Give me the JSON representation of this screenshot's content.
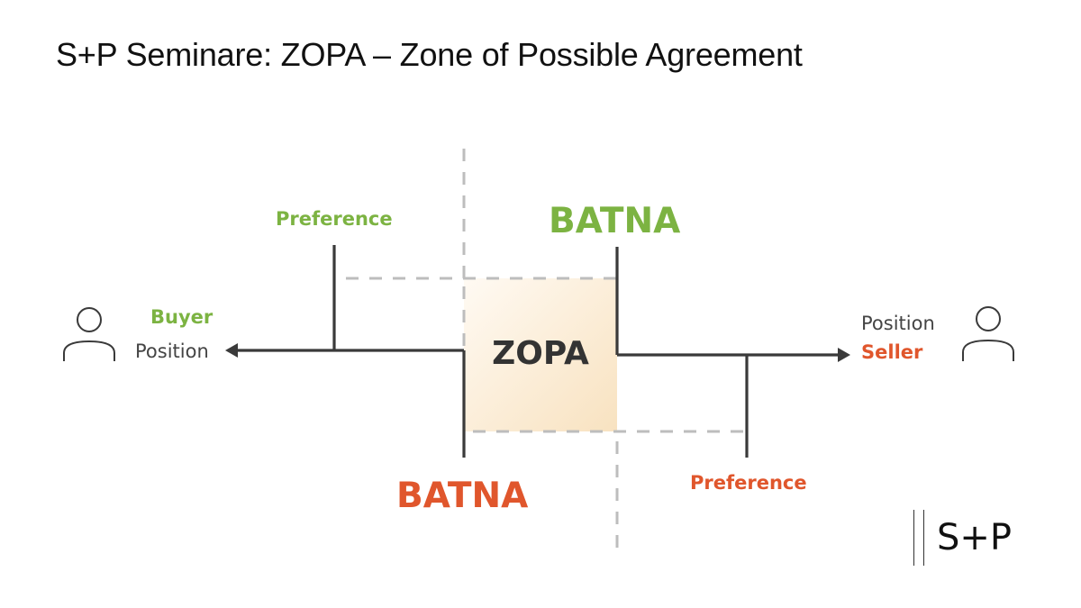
{
  "slide": {
    "title": "S+P Seminare: ZOPA – Zone of Possible Agreement"
  },
  "diagram": {
    "center_label": "ZOPA",
    "buyer": {
      "role": "Buyer",
      "position_label": "Position",
      "preference_label": "Preference",
      "batna_label": "BATNA",
      "color": "#7cb342",
      "icon": "person-icon"
    },
    "seller": {
      "role": "Seller",
      "position_label": "Position",
      "preference_label": "Preference",
      "batna_label": "BATNA",
      "color": "#e0562c",
      "icon": "person-icon"
    },
    "colors": {
      "line": "#3a3a3a",
      "dashed": "#bdbdbd",
      "zopa_fill_start": "#fdf7ee",
      "zopa_fill_end": "#f9e6c8"
    }
  },
  "logo": {
    "text": "S+P"
  }
}
